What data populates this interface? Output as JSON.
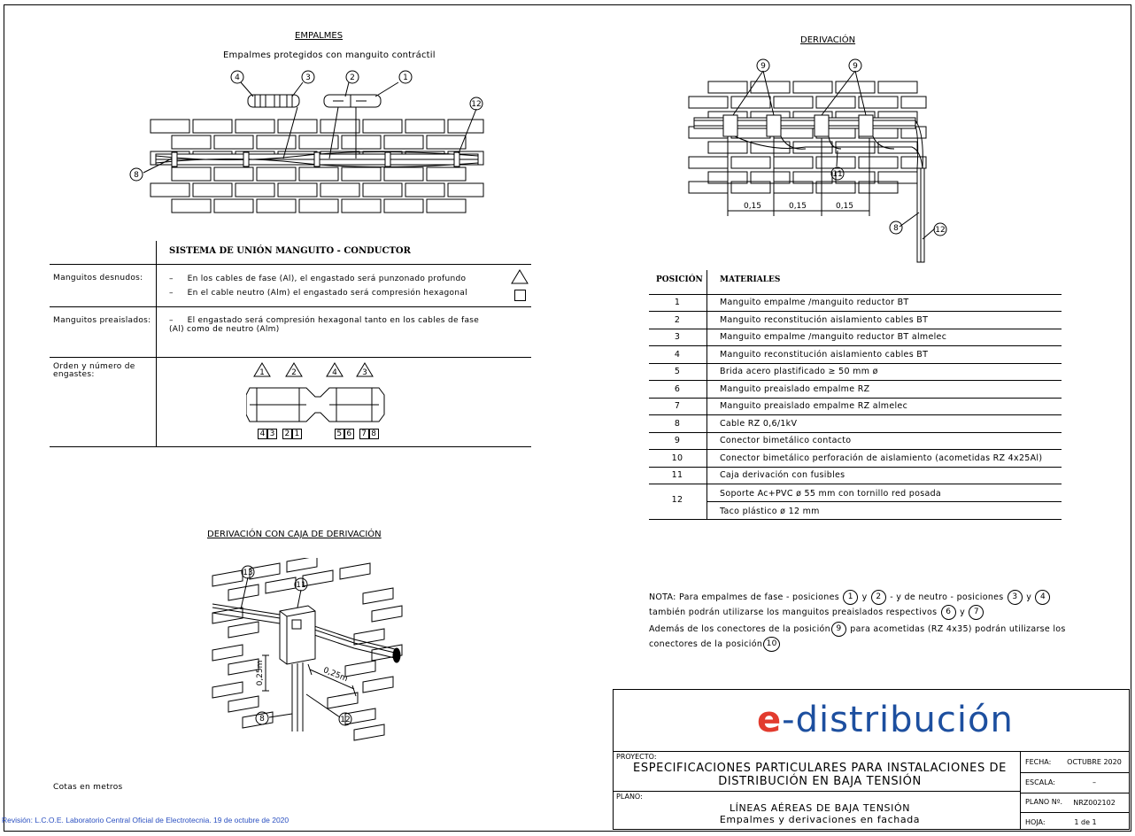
{
  "empalmes": {
    "title": "EMPALMES",
    "subtitle": "Empalmes protegidos con manguito contráctil",
    "callouts": [
      "4",
      "3",
      "2",
      "1",
      "12",
      "8"
    ]
  },
  "sistema": {
    "header": "SISTEMA DE UNIÓN MANGUITO - CONDUCTOR",
    "rows": [
      {
        "label": "Manguitos desnudos:",
        "lines": [
          "–     En los cables de fase (Al), el engastado será punzonado profundo",
          "–     En el cable neutro (Alm) el engastado será compresión hexagonal"
        ]
      },
      {
        "label": "Manguitos preaislados:",
        "lines": [
          "–     El engastado será compresión hexagonal tanto en los cables de fase",
          "(Al) como de neutro (Alm)"
        ]
      },
      {
        "label_lines": [
          "Orden y número de",
          "engastes:"
        ]
      }
    ],
    "order_triangles": [
      "1",
      "2",
      "4",
      "3"
    ],
    "order_boxes": [
      "4",
      "3",
      "2",
      "1",
      "5",
      "6",
      "7",
      "8"
    ]
  },
  "derivacion": {
    "title": "DERIVACIÓN",
    "callouts": [
      "9",
      "9",
      "11",
      "8",
      "12"
    ],
    "dims": [
      "0,15",
      "0,15",
      "0,15"
    ]
  },
  "caja": {
    "title": "DERIVACIÓN CON CAJA DE DERIVACIÓN",
    "callouts": [
      "13",
      "11",
      "8",
      "12"
    ],
    "dims": [
      "0,25m",
      "0,25m"
    ]
  },
  "materiales": {
    "col_pos": "POSICIÓN",
    "col_mat": "MATERIALES",
    "rows": [
      {
        "pos": "1",
        "text": "Manguito empalme /manguito reductor BT"
      },
      {
        "pos": "2",
        "text": "Manguito reconstitución aislamiento cables BT"
      },
      {
        "pos": "3",
        "text": "Manguito empalme /manguito reductor BT almelec"
      },
      {
        "pos": "4",
        "text": "Manguito reconstitución aislamiento cables BT"
      },
      {
        "pos": "5",
        "text": "Brida acero plastificado ≥ 50 mm ø"
      },
      {
        "pos": "6",
        "text": "Manguito preaislado empalme RZ"
      },
      {
        "pos": "7",
        "text": "Manguito preaislado empalme RZ almelec"
      },
      {
        "pos": "8",
        "text": "Cable RZ 0,6/1kV"
      },
      {
        "pos": "9",
        "text": "Conector bimetálico contacto"
      },
      {
        "pos": "10",
        "text": "Conector bimetálico perforación de aislamiento (acometidas RZ 4x25Al)"
      },
      {
        "pos": "11",
        "text": "Caja derivación con fusibles"
      },
      {
        "pos": "12",
        "text": "Soporte Ac+PVC ø 55 mm con tornillo red posada",
        "text2": "Taco plástico ø 12 mm"
      }
    ]
  },
  "nota": {
    "l1a": "NOTA:   Para empalmes de fase - posiciones",
    "l1b": "y",
    "l1c": "-  y de neutro - posiciones",
    "l1d": "y",
    "l2a": "también podrán utilizarse los manguitos preaislados respectivos",
    "l2b": "y",
    "l3a": "Además de los conectores de la posición",
    "l3b": "para acometidas (RZ 4x35) podrán utilizarse los",
    "l4a": "conectores de la posición",
    "c": [
      "1",
      "2",
      "3",
      "4",
      "6",
      "7",
      "9",
      "10"
    ]
  },
  "footer": {
    "cotas": "Cotas en metros",
    "revision": "Revisión: L.C.O.E. Laboratorio Central Oficial de Electrotecnia. 19 de octubre de 2020"
  },
  "title_block": {
    "brand_e": "e",
    "brand_rest": "-distribución",
    "proyecto_label": "PROYECTO:",
    "proyecto_l1": "ESPECIFICACIONES PARTICULARES PARA INSTALACIONES DE",
    "proyecto_l2": "DISTRIBUCIÓN EN BAJA TENSIÓN",
    "plano_label": "PLANO:",
    "plano_l1": "LÍNEAS AÉREAS DE BAJA TENSIÓN",
    "plano_l2": "Empalmes y derivaciones en fachada",
    "fecha_label": "FECHA:",
    "fecha_value": "OCTUBRE 2020",
    "escala_label": "ESCALA:",
    "escala_value": "–",
    "plano_n_label": "PLANO Nº.",
    "plano_n_value": "NRZ002102",
    "hoja_label": "HOJA:",
    "hoja_value": "1 de 1"
  },
  "colors": {
    "brand_blue": "#1d4f9f",
    "brand_red": "#e23b2e",
    "footer_blue": "#2a4fc0"
  }
}
